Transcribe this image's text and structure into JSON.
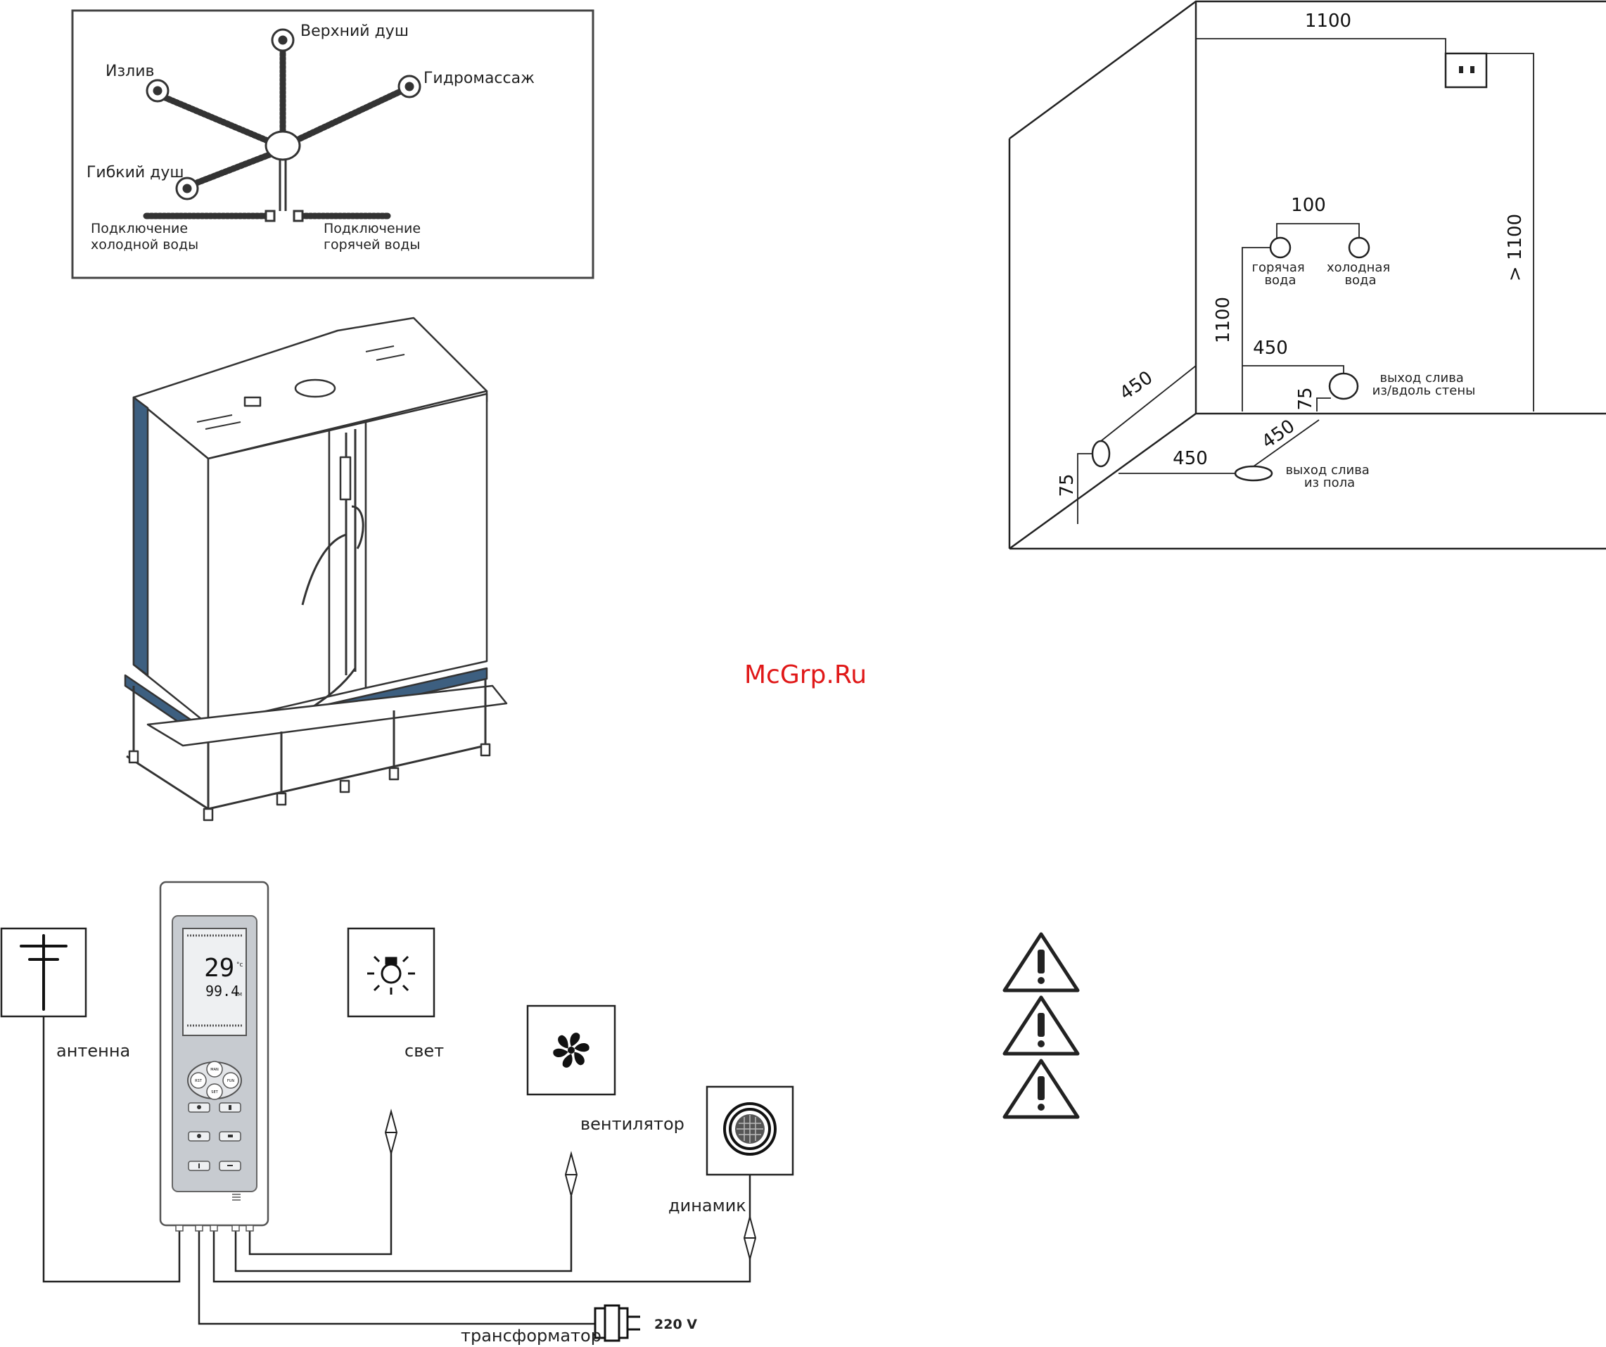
{
  "watermark": "McGrp.Ru",
  "plumbing": {
    "top_shower": "Верхний душ",
    "spout": "Излив",
    "hydromassage": "Гидромассаж",
    "hand_shower": "Гибкий душ",
    "cold_line1": "Подключение",
    "cold_line2": "холодной воды",
    "hot_line1": "Подключение",
    "hot_line2": "горячей воды"
  },
  "room": {
    "dim_top": "1100",
    "dim_taps": "100",
    "dim_right": "> 1100",
    "dim_left_height": "1100",
    "dim_450_a": "450",
    "dim_450_b": "450",
    "dim_450_c": "450",
    "dim_450_d": "450",
    "dim_75_a": "75",
    "dim_75_b": "75",
    "hot_water_1": "горячая",
    "hot_water_2": "вода",
    "cold_water_1": "холодная",
    "cold_water_2": "вода",
    "wall_drain_1": "выход слива",
    "wall_drain_2": "из/вдоль стены",
    "floor_drain_1": "выход слива",
    "floor_drain_2": "из пола"
  },
  "wiring": {
    "antenna": "антенна",
    "light": "свет",
    "fan": "вентилятор",
    "speaker": "динамик",
    "transformer": "трансформатор",
    "voltage": "220 V",
    "display_temp": "29",
    "display_temp_unit": "°c",
    "display_freq": "99.4",
    "display_band": "FM",
    "btn_center_top": "MAN",
    "btn_left": "RST",
    "btn_right": "FUN",
    "btn_center_bottom": "SET"
  }
}
